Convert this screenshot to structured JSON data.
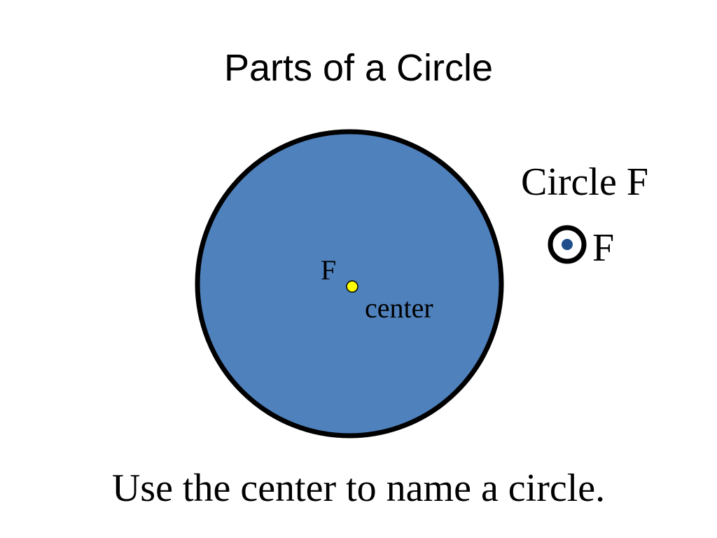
{
  "slide": {
    "title": "Parts of a Circle",
    "footer": "Use the center to name a circle."
  },
  "diagram": {
    "center_point_label": "F",
    "center_caption": "center",
    "circle_name": "Circle F",
    "symbol_point_label": "F"
  },
  "colors": {
    "circle_fill": "#4f81bd",
    "circle_stroke": "#000000",
    "center_point_fill": "#ffff00",
    "symbol_dot_fill": "#1f4e8c"
  },
  "icons": {
    "circle_symbol": "circle-symbol-icon"
  }
}
